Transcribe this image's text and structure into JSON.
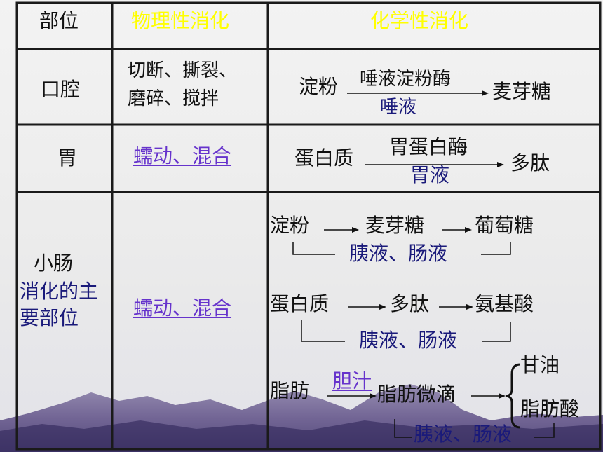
{
  "header": {
    "part": "部位",
    "physical": "物理性消化",
    "chemical": "化学性消化"
  },
  "mouth": {
    "part": "口腔",
    "physical_line1": "切断、撕裂、",
    "physical_line2": "磨碎、搅拌",
    "substrate": "淀粉",
    "enzyme": "唾液淀粉酶",
    "juice": "唾液",
    "product": "麦芽糖"
  },
  "stomach": {
    "part": "胃",
    "physical": "蠕动、混合",
    "substrate": "蛋白质",
    "enzyme": "胃蛋白酶",
    "juice": "胃液",
    "product": "多肽"
  },
  "intestine": {
    "part_line1": "小肠",
    "part_line2": "消化的主",
    "part_line3": "要部位",
    "physical": "蠕动、混合",
    "starch": {
      "step1": "淀粉",
      "step2": "麦芽糖",
      "step3": "葡萄糖",
      "juices": "胰液、肠液"
    },
    "protein": {
      "step1": "蛋白质",
      "step2": "多肽",
      "step3": "氨基酸",
      "juices": "胰液、肠液"
    },
    "fat": {
      "step1": "脂肪",
      "bile": "胆汁",
      "step2": "脂肪微滴",
      "product1": "甘油",
      "product2": "脂肪酸",
      "juices": "胰液、肠液"
    }
  }
}
